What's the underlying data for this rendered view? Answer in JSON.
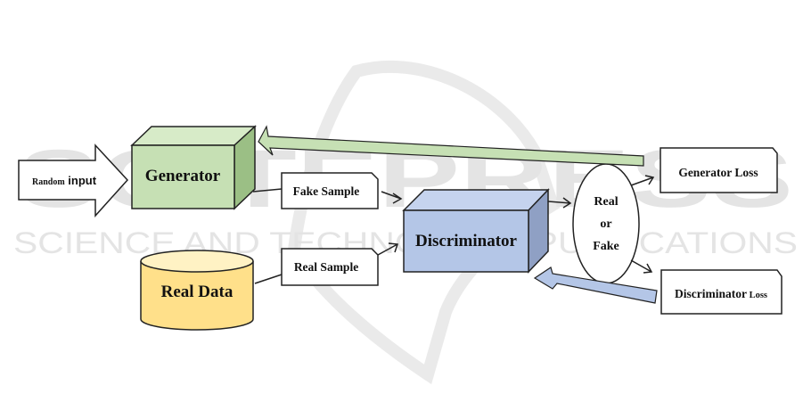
{
  "watermark": {
    "top": "SCITEPRESS",
    "bottom": "SCIENCE AND TECHNOLOGY PUBLICATIONS"
  },
  "nodes": {
    "random_input": {
      "label_small": "Random",
      "label_main": " input"
    },
    "generator": {
      "label": "Generator",
      "color": "#c6e0b4"
    },
    "real_data": {
      "label": "Real Data",
      "color": "#ffe699"
    },
    "fake_sample": {
      "label": "Fake Sample"
    },
    "real_sample": {
      "label": "Real Sample"
    },
    "discriminator": {
      "label": "Discriminator",
      "color": "#b4c6e7"
    },
    "decision": {
      "line1": "Real",
      "line2": "or",
      "line3": "Fake"
    },
    "generator_loss": {
      "label": "Generator Loss"
    },
    "discriminator_loss": {
      "label_main": "Discriminator",
      "label_small": " Loss"
    }
  },
  "feedback": {
    "generator_color": "#c6e0b4",
    "discriminator_color": "#b4c6e7"
  }
}
